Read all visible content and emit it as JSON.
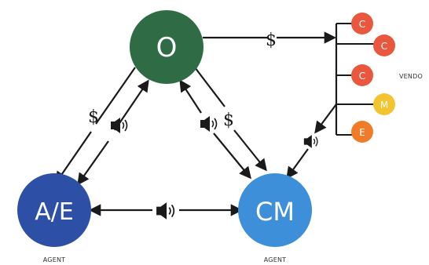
{
  "nodes": {
    "owner": {
      "label": "O",
      "color": "#2f6b45"
    },
    "ae": {
      "label": "A/E",
      "color": "#2e4fa6",
      "caption": "AGENT"
    },
    "cm": {
      "label": "CM",
      "color": "#3d8fd9",
      "caption": "AGENT"
    }
  },
  "vendors": {
    "caption": "VENDO",
    "items": [
      {
        "label": "C",
        "color": "#e9573f"
      },
      {
        "label": "C",
        "color": "#e9573f"
      },
      {
        "label": "C",
        "color": "#e9573f"
      },
      {
        "label": "M",
        "color": "#f4c430"
      },
      {
        "label": "E",
        "color": "#f07c2a"
      }
    ]
  },
  "symbols": {
    "money": "$",
    "info_icon": "speaker-icon"
  }
}
